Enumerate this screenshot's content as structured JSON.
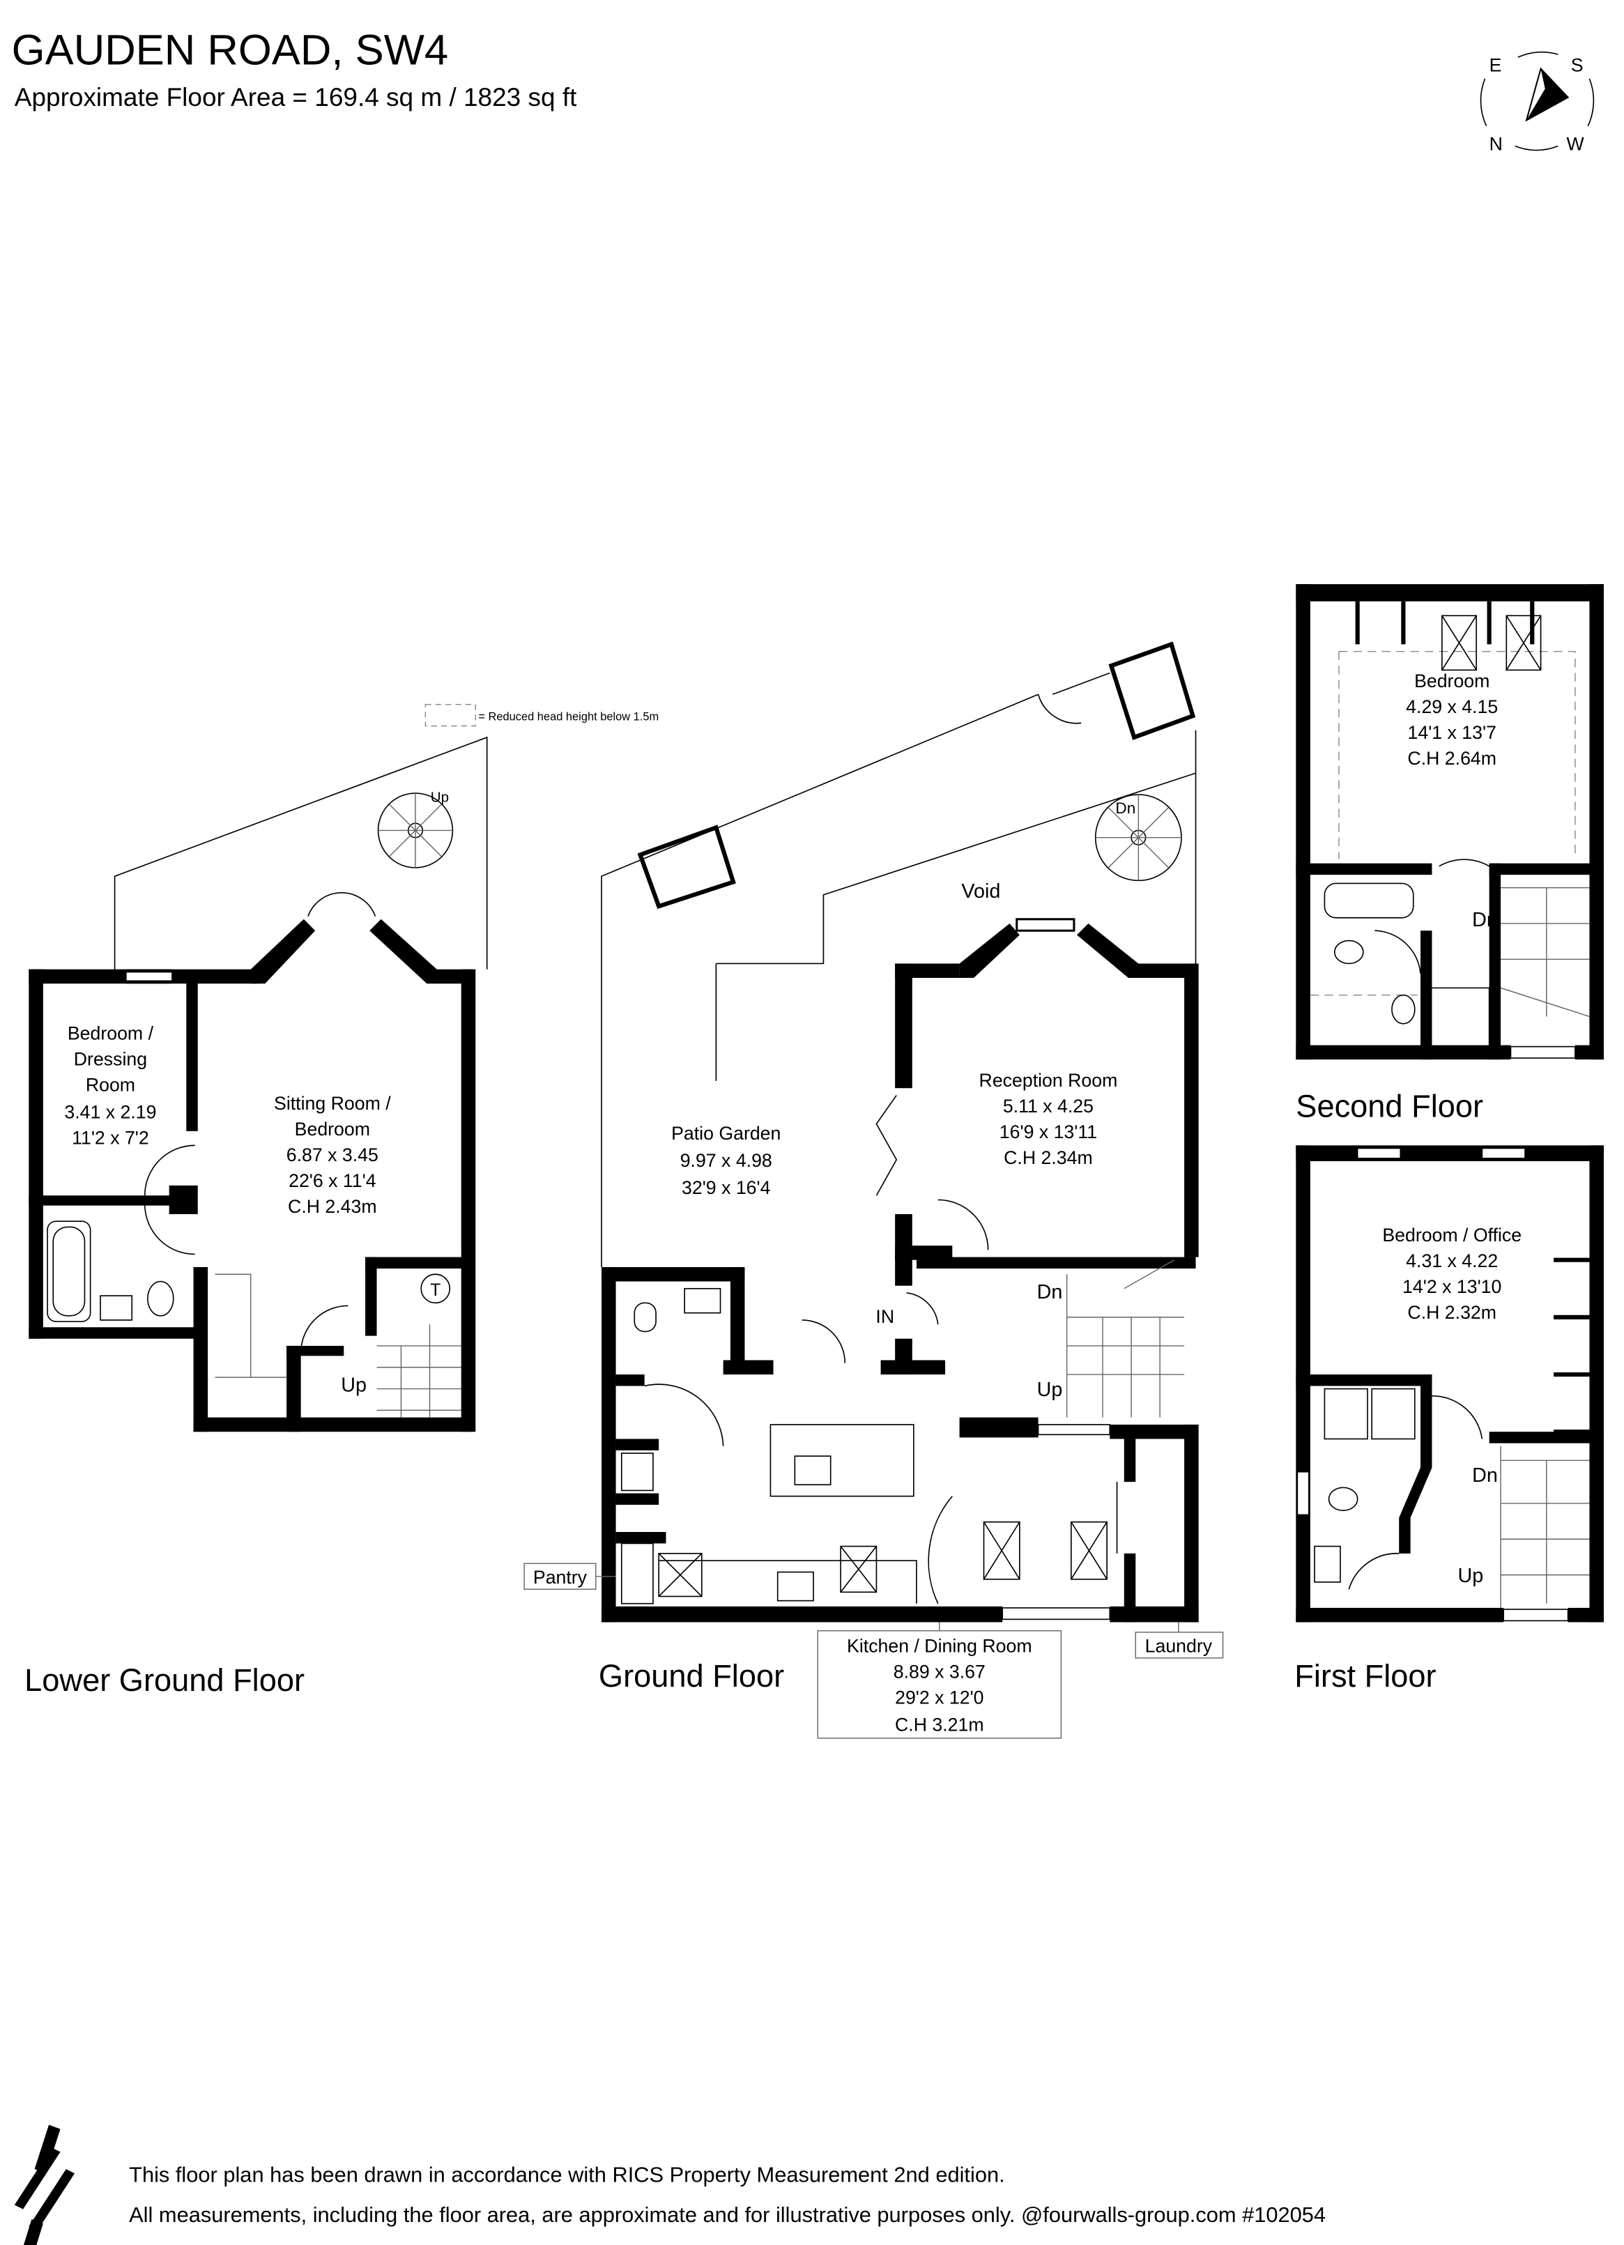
{
  "header": {
    "title": "GAUDEN ROAD, SW4",
    "subtitle": "Approximate Floor Area = 169.4 sq m / 1823 sq ft"
  },
  "compass": {
    "labels": [
      "E",
      "S",
      "N",
      "W"
    ],
    "icon": "compass-icon"
  },
  "legend": {
    "text": "= Reduced head height below 1.5m"
  },
  "lower_ground": {
    "title": "Lower Ground Floor",
    "bedroom": [
      "Bedroom /",
      "Dressing",
      "Room",
      "3.41 x 2.19",
      "11'2 x 7'2"
    ],
    "sitting": [
      "Sitting Room /",
      "Bedroom",
      "6.87 x 3.45",
      "22'6 x 11'4",
      "C.H 2.43m"
    ],
    "up_spiral": "Up",
    "up_stairs": "Up",
    "tank": "T"
  },
  "ground": {
    "title": "Ground Floor",
    "patio": [
      "Patio Garden",
      "9.97 x 4.98",
      "32'9 x 16'4"
    ],
    "reception": [
      "Reception Room",
      "5.11 x 4.25",
      "16'9 x 13'11",
      "C.H 2.34m"
    ],
    "void": "Void",
    "dn_spiral": "Dn",
    "entrance": "IN",
    "dn": "Dn",
    "up": "Up",
    "pantry": "Pantry",
    "kitchen": [
      "Kitchen / Dining Room",
      "8.89 x 3.67",
      "29'2 x 12'0",
      "C.H 3.21m"
    ],
    "laundry": "Laundry"
  },
  "second": {
    "title": "Second Floor",
    "bedroom": [
      "Bedroom",
      "4.29 x 4.15",
      "14'1 x 13'7",
      "C.H 2.64m"
    ],
    "dn": "Dn"
  },
  "first": {
    "title": "First Floor",
    "bedroom": [
      "Bedroom / Office",
      "4.31 x 4.22",
      "14'2 x 13'10",
      "C.H 2.32m"
    ],
    "dn": "Dn",
    "up": "Up"
  },
  "footer": {
    "line1": "This floor plan has been drawn in accordance with RICS Property Measurement 2nd edition.",
    "line2": "All measurements, including the floor area, are approximate and for illustrative purposes only. @fourwalls-group.com #102054",
    "logo": "fourwalls-logo-icon"
  }
}
